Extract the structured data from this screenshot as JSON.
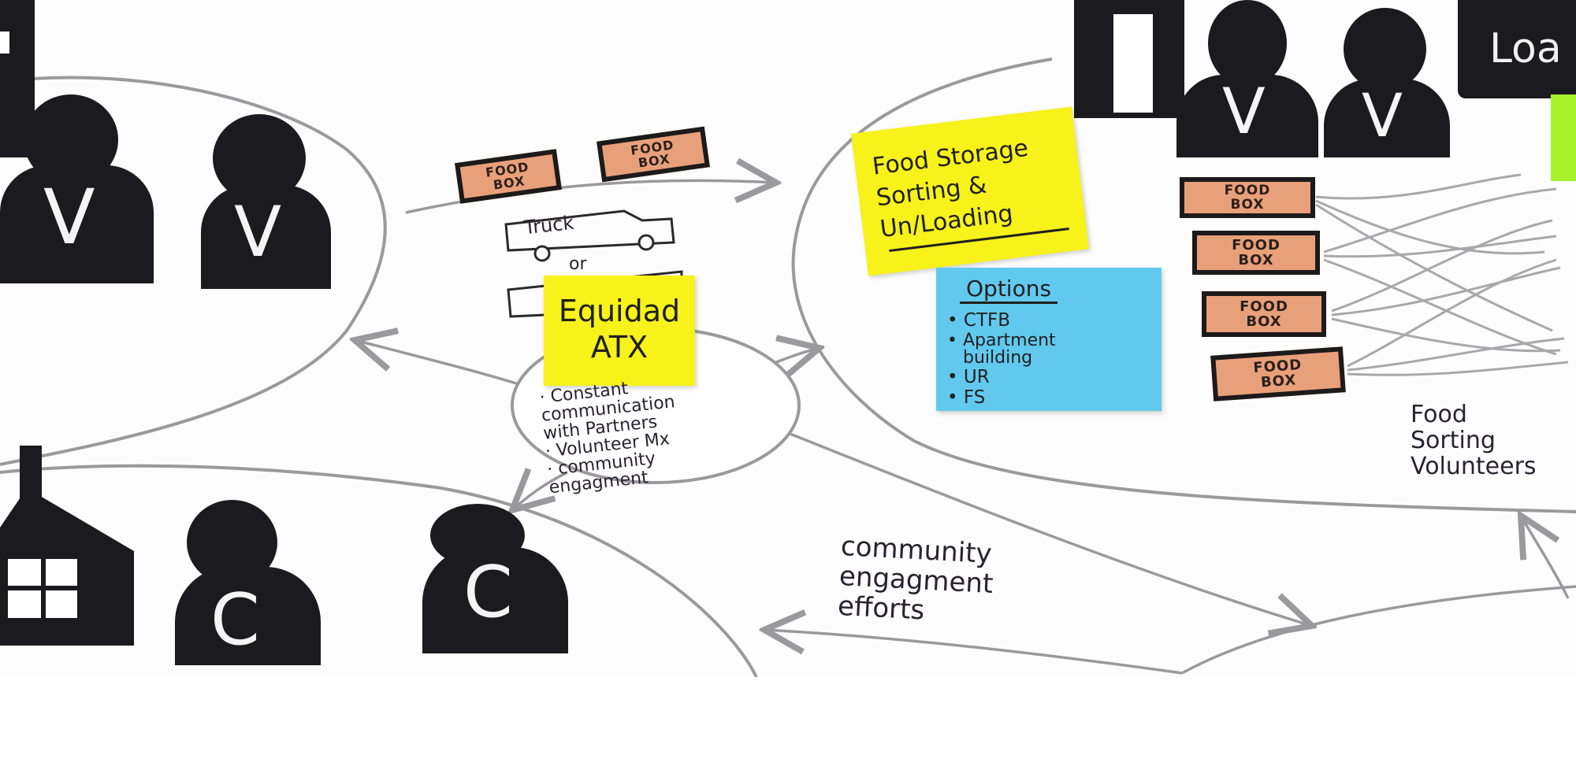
{
  "colors": {
    "figure": "#1b1a1e",
    "line": "#9a9a9c",
    "sticky_yellow": "#f7f21a",
    "sticky_blue": "#62c9ee",
    "sticky_green": "#a8f22a",
    "food_box": "#e8a07a"
  },
  "figures": {
    "volunteer_letter": "V",
    "community_letter": "C"
  },
  "food_boxes": {
    "label": "FOOD\nBOX"
  },
  "transport": {
    "truck_label": "Truck",
    "or_label": "or"
  },
  "notes": {
    "equidad": "Equidad\nATX",
    "storage": "Food Storage\nSorting &\nUn/Loading",
    "options_title": "Options",
    "options_items": [
      "CTFB",
      "Apartment\nbuilding",
      "UR",
      "FS"
    ],
    "top_right_partial": "Loa"
  },
  "circle_text": {
    "items": "· Constant\ncommunication\nwith Partners\n· Volunteer Mx\n· community\nengagment"
  },
  "labels": {
    "community_engagement": "community\nengagment\nefforts",
    "food_sorting": "Food\nSorting\nVolunteers"
  }
}
